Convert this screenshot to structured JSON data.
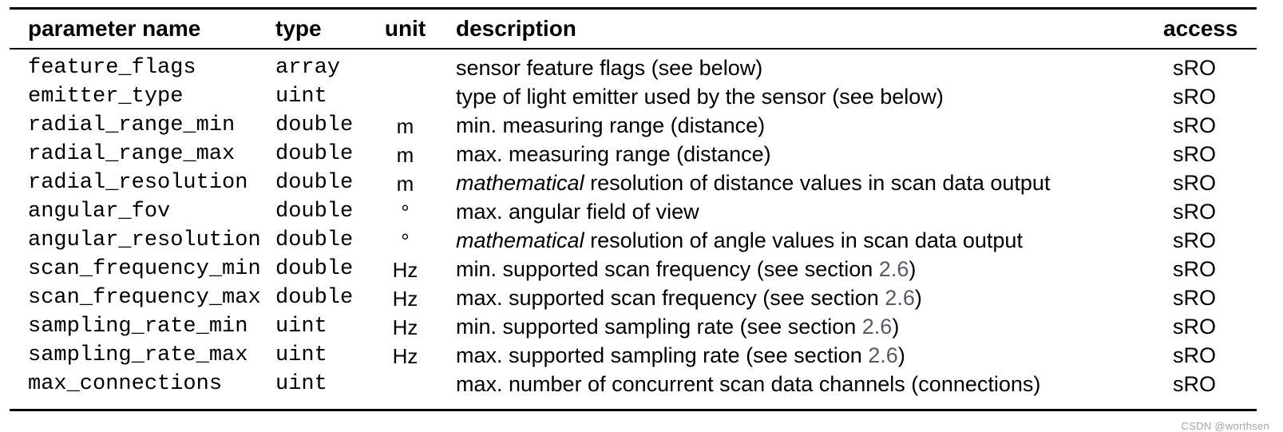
{
  "table": {
    "headers": [
      "parameter name",
      "type",
      "unit",
      "description",
      "access"
    ],
    "rows": [
      {
        "name": "feature_flags",
        "type": "array",
        "unit": "",
        "desc": {
          "italic": "",
          "pre": "sensor feature flags (see below)",
          "link": "",
          "post": ""
        },
        "access": "sRO"
      },
      {
        "name": "emitter_type",
        "type": "uint",
        "unit": "",
        "desc": {
          "italic": "",
          "pre": "type of light emitter used by the sensor (see below)",
          "link": "",
          "post": ""
        },
        "access": "sRO"
      },
      {
        "name": "radial_range_min",
        "type": "double",
        "unit": "m",
        "desc": {
          "italic": "",
          "pre": "min. measuring range (distance)",
          "link": "",
          "post": ""
        },
        "access": "sRO"
      },
      {
        "name": "radial_range_max",
        "type": "double",
        "unit": "m",
        "desc": {
          "italic": "",
          "pre": "max. measuring range (distance)",
          "link": "",
          "post": ""
        },
        "access": "sRO"
      },
      {
        "name": "radial_resolution",
        "type": "double",
        "unit": "m",
        "desc": {
          "italic": "mathematical",
          "pre": " resolution of distance values in scan data output",
          "link": "",
          "post": ""
        },
        "access": "sRO"
      },
      {
        "name": "angular_fov",
        "type": "double",
        "unit": "°",
        "desc": {
          "italic": "",
          "pre": "max. angular field of view",
          "link": "",
          "post": ""
        },
        "access": "sRO"
      },
      {
        "name": "angular_resolution",
        "type": "double",
        "unit": "°",
        "desc": {
          "italic": "mathematical",
          "pre": " resolution of angle values in scan data output",
          "link": "",
          "post": ""
        },
        "access": "sRO"
      },
      {
        "name": "scan_frequency_min",
        "type": "double",
        "unit": "Hz",
        "desc": {
          "italic": "",
          "pre": "min. supported scan frequency (see section ",
          "link": "2.6",
          "post": ")"
        },
        "access": "sRO"
      },
      {
        "name": "scan_frequency_max",
        "type": "double",
        "unit": "Hz",
        "desc": {
          "italic": "",
          "pre": "max. supported scan frequency (see section ",
          "link": "2.6",
          "post": ")"
        },
        "access": "sRO"
      },
      {
        "name": "sampling_rate_min",
        "type": "uint",
        "unit": "Hz",
        "desc": {
          "italic": "",
          "pre": "min. supported sampling rate (see section ",
          "link": "2.6",
          "post": ")"
        },
        "access": "sRO"
      },
      {
        "name": "sampling_rate_max",
        "type": "uint",
        "unit": "Hz",
        "desc": {
          "italic": "",
          "pre": "max. supported sampling rate (see section ",
          "link": "2.6",
          "post": ")"
        },
        "access": "sRO"
      },
      {
        "name": "max_connections",
        "type": "uint",
        "unit": "",
        "desc": {
          "italic": "",
          "pre": "max. number of concurrent scan data channels (connections)",
          "link": "",
          "post": ""
        },
        "access": "sRO"
      }
    ]
  },
  "watermark": "CSDN @worthsen",
  "colors": {
    "text": "#000000",
    "rule": "#000000",
    "section_link": "#585868",
    "watermark": "#a2a6ab",
    "background": "#ffffff"
  }
}
